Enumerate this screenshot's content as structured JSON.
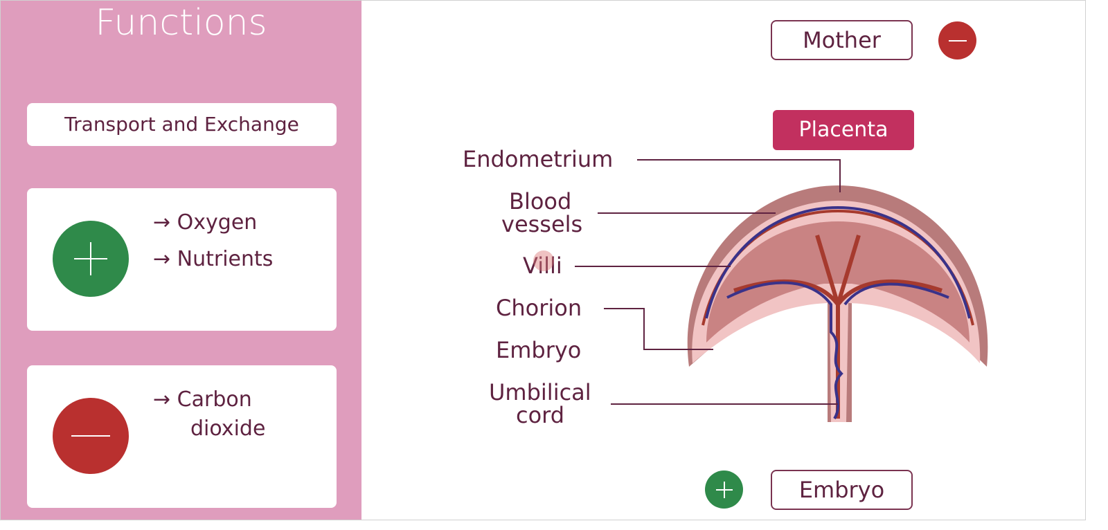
{
  "left_panel": {
    "title": "Functions",
    "heading": "Transport and Exchange",
    "gain": {
      "icon": "plus-icon",
      "items": [
        "→ Oxygen",
        "→ Nutrients"
      ]
    },
    "loss": {
      "icon": "minus-icon",
      "items": [
        "→ Carbon",
        "dioxide"
      ]
    }
  },
  "diagram": {
    "mother": "Mother",
    "embryo": "Embryo",
    "placenta": "Placenta",
    "labels": {
      "endometrium": "Endometrium",
      "blood1": "Blood",
      "blood2": "vessels",
      "villi": "Villi",
      "chorion": "Chorion",
      "embryo": "Embryo",
      "umb1": "Umbilical",
      "umb2": "cord"
    }
  },
  "colors": {
    "panel": "#df9dbd",
    "green": "#2f8a4a",
    "red": "#b9302f",
    "placenta": "#c2305f"
  }
}
